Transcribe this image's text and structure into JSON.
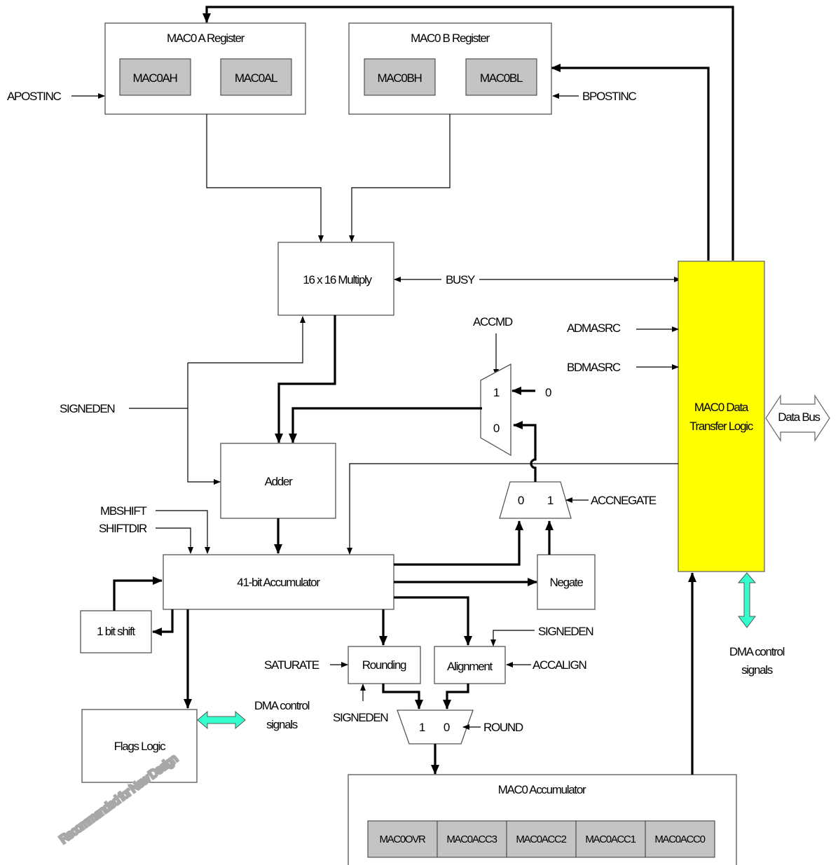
{
  "diagram": {
    "mac0_a_register": {
      "title": "MAC0 A Register",
      "high": "MAC0AH",
      "low": "MAC0AL"
    },
    "mac0_b_register": {
      "title": "MAC0 B Register",
      "high": "MAC0BH",
      "low": "MAC0BL"
    },
    "multiply": "16 x 16 Multiply",
    "adder": "Adder",
    "accumulator41": "41-bit Accumulator",
    "one_bit_shift": "1 bit shift",
    "negate": "Negate",
    "rounding": "Rounding",
    "alignment": "Alignment",
    "flags_logic": "Flags Logic",
    "data_transfer": {
      "line1": "MAC0 Data",
      "line2": "Transfer Logic"
    },
    "data_bus": "Data Bus",
    "mac0_accumulator": {
      "title": "MAC0 Accumulator",
      "cells": [
        "MAC0OVR",
        "MAC0ACC3",
        "MAC0ACC2",
        "MAC0ACC1",
        "MAC0ACC0"
      ]
    },
    "mux_accmd": {
      "in1": "1",
      "in0": "0"
    },
    "mux_accnegate": {
      "in0": "0",
      "in1": "1"
    },
    "mux_round": {
      "in1": "1",
      "in0": "0"
    },
    "signals": {
      "apostinc": "APOSTINC",
      "bpostinc": "BPOSTINC",
      "busy": "BUSY",
      "admasrc": "ADMASRC",
      "bdmasrc": "BDMASRC",
      "accmd": "ACCMD",
      "zero_const": "0",
      "signeden_left": "SIGNEDEN",
      "accnegate": "ACCNEGATE",
      "mbshift": "MBSHIFT",
      "shiftdir": "SHIFTDIR",
      "signeden_align": "SIGNEDEN",
      "saturate": "SATURATE",
      "accalign": "ACCALIGN",
      "signeden_round": "SIGNEDEN",
      "round": "ROUND",
      "dma_ctrl_flags": {
        "line1": "DMA control",
        "line2": "signals"
      },
      "dma_ctrl_right": {
        "line1": "DMA control",
        "line2": "signals"
      }
    },
    "colors": {
      "transfer_logic": "#ffff00",
      "register_fill": "#c4c4c4",
      "dma_arrow": "#33ffcc"
    }
  },
  "watermark": "Recommended for New Design"
}
